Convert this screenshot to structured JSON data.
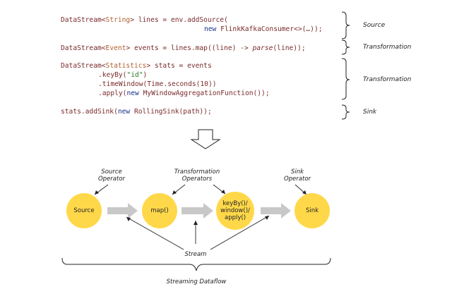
{
  "code": {
    "line1a": "DataStream<",
    "line1_type": "String",
    "line1b": "> lines = env.addSource(",
    "line2_new": "new",
    "line2_rest": " FlinkKafkaConsumer<>(…));",
    "line3a": "DataStream<",
    "line3_type": "Event",
    "line3b": "> events = lines.map((line) -> ",
    "line3_fn": "parse",
    "line3c": "(line));",
    "line4a": "DataStream<",
    "line4_type": "Statistics",
    "line4b": "> stats = events",
    "line5a": ".keyBy(",
    "line5_str": "\"id\"",
    "line5b": ")",
    "line6": ".timeWindow(Time.seconds(10))",
    "line7a": ".apply(",
    "line7_new": "new",
    "line7b": " MyWindowAggregationFunction());",
    "line8a": "stats.addSink(",
    "line8_new": "new",
    "line8b": " RollingSink(path));"
  },
  "brace_labels": {
    "source": "Source",
    "transformation1": "Transformation",
    "transformation2": "Transformation",
    "sink": "Sink"
  },
  "captions": {
    "source_operator": "Source\nOperator",
    "transformation_operators": "Transformation\nOperators",
    "sink_operator": "Sink\nOperator",
    "stream": "Stream",
    "streaming_dataflow": "Streaming Dataflow"
  },
  "nodes": {
    "source": "Source",
    "map": "map()",
    "keyby": "keyBy()/\nwindow()/\napply()",
    "sink": "Sink"
  },
  "colors": {
    "node_fill": "#ffd84a",
    "arrow_fill": "#c8c8c8",
    "brace": "#222222"
  }
}
